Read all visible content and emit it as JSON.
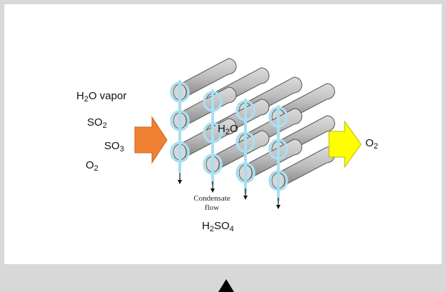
{
  "labels": {
    "h2o_vapor": {
      "base": "H",
      "sub": "2",
      "rest": "O vapor"
    },
    "so2": {
      "base": "SO",
      "sub": "2"
    },
    "so3": {
      "base": "SO",
      "sub": "3"
    },
    "o2_left": {
      "base": "O",
      "sub": "2"
    },
    "h2o_center": {
      "base": "H",
      "sub": "2",
      "rest": "O"
    },
    "o2_right": {
      "base": "O",
      "sub": "2"
    },
    "condensate": {
      "line1": "Condensate",
      "line2": "flow"
    },
    "h2so4": {
      "a": "H",
      "s1": "2",
      "b": "SO",
      "s2": "4"
    }
  },
  "icons": {
    "inlet_arrow": "arrow-right-icon",
    "outlet_arrow": "arrow-right-icon",
    "nav_arrow": "triangle-up-icon"
  },
  "colors": {
    "inlet_arrow": "#ef7f31",
    "outlet_arrow": "#ffff00",
    "condensate": "#a9dff0",
    "tube": "#b5b5b5"
  }
}
